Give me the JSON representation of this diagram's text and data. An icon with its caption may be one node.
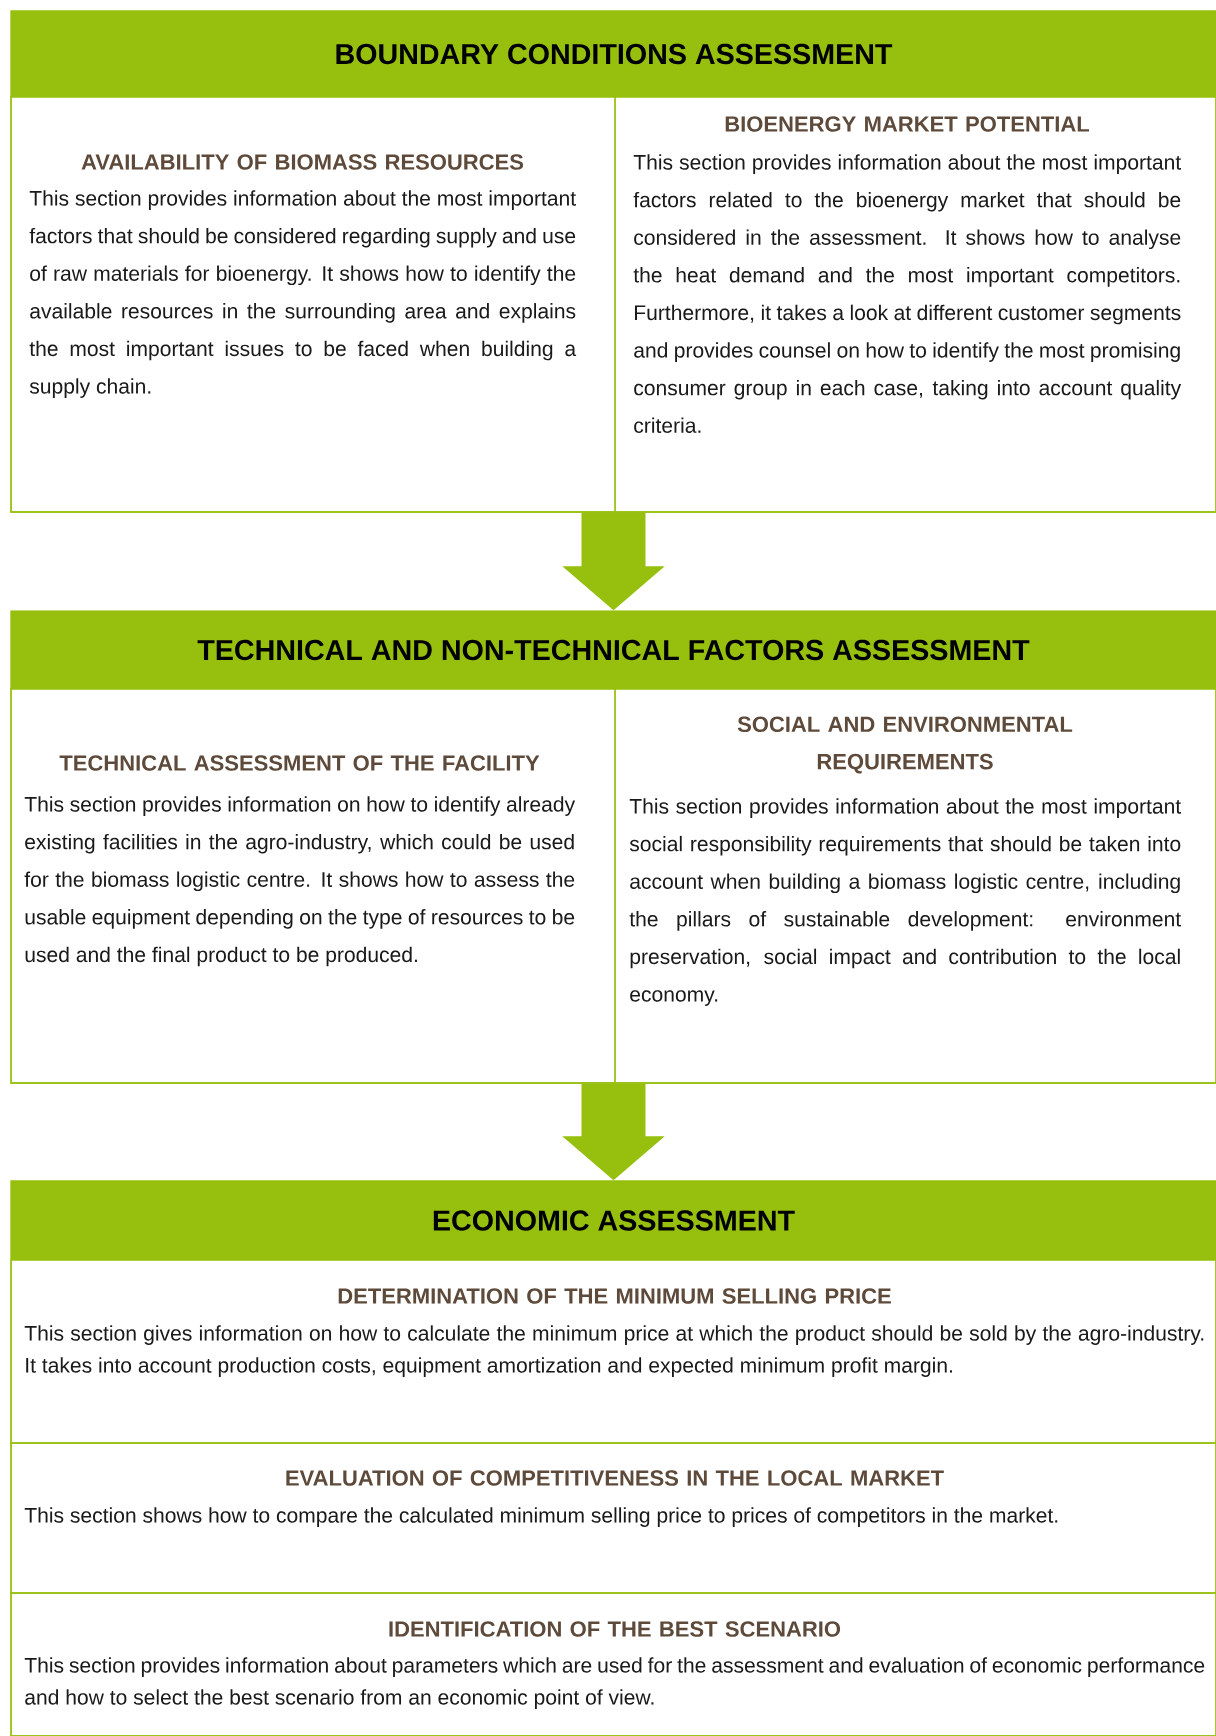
{
  "diagram": {
    "nodes": [
      {
        "text": [
          "BOUNDARY CONDITIONS ASSESSMENT"
        ]
      },
      {
        "text": [
          "AVAILABILITY OF BIOMASS RESOURCES",
          "This section provides information about the most important factors that should be considered regarding supply and use of raw materials for bioenergy. It shows how to identify the available resources in the surrounding area and explains the most important issues to be faced when building a supply chain."
        ],
        "in": 0
      },
      {
        "text": [
          "BIOENERGY MARKET POTENTIAL",
          "This section provides information about the most important factors related to the bioenergy market that should be considered in the assessment. It shows how to analyse the heat demand and the most important competitors. Furthermore, it takes a look at different customer segments and provides counsel on how to identify the most promising consumer group in each case, taking into account quality criteria."
        ],
        "in": 0
      },
      {
        "text": [
          "TECHNICAL AND NON-TECHNICAL FACTORS ASSESSMENT"
        ]
      },
      {
        "text": [
          "TECHNICAL ASSESSMENT OF THE FACILITY",
          "This section provides information on how to identify already existing facilities in the agro-industry, which could be used for the biomass logistic centre. It shows how to assess the usable equipment depending on the type of resources to be used and the final product to be produced."
        ],
        "in": 3
      },
      {
        "text": [
          "SOCIAL AND ENVIRONMENTAL REQUIREMENTS",
          "This section provides information about the most important social responsibility requirements that should be taken into account when building a biomass logistic centre, including the pillars of sustainable development: environment preservation, social impact and contribution to the local economy."
        ],
        "in": 3
      },
      {
        "text": [
          "ECONOMIC ASSESSMENT"
        ]
      },
      {
        "text": [
          "DETERMINATION OF THE MINIMUM SELLING PRICE",
          "This section gives information on how to calculate the minimum price at which the product should be sold by the agro-industry. It takes into account production costs, equipment amortization and expected minimum profit margin."
        ],
        "in": 6
      },
      {
        "text": [
          "EVALUATION OF COMPETITIVENESS IN THE LOCAL MARKET",
          "This section shows how to compare the calculated minimum selling price to prices of competitors in the market."
        ],
        "in": 6
      },
      {
        "text": [
          "IDENTIFICATION OF THE BEST SCENARIO",
          "This section provides information about parameters which are used for the assessment and evaluation of economic performance and how to select the best scenario from an economic point of view."
        ],
        "in": 6
      }
    ],
    "edges": [
      {
        "from": 0,
        "to": 3,
        "arrow": "to"
      },
      {
        "from": 3,
        "to": 6,
        "arrow": "to"
      }
    ]
  }
}
